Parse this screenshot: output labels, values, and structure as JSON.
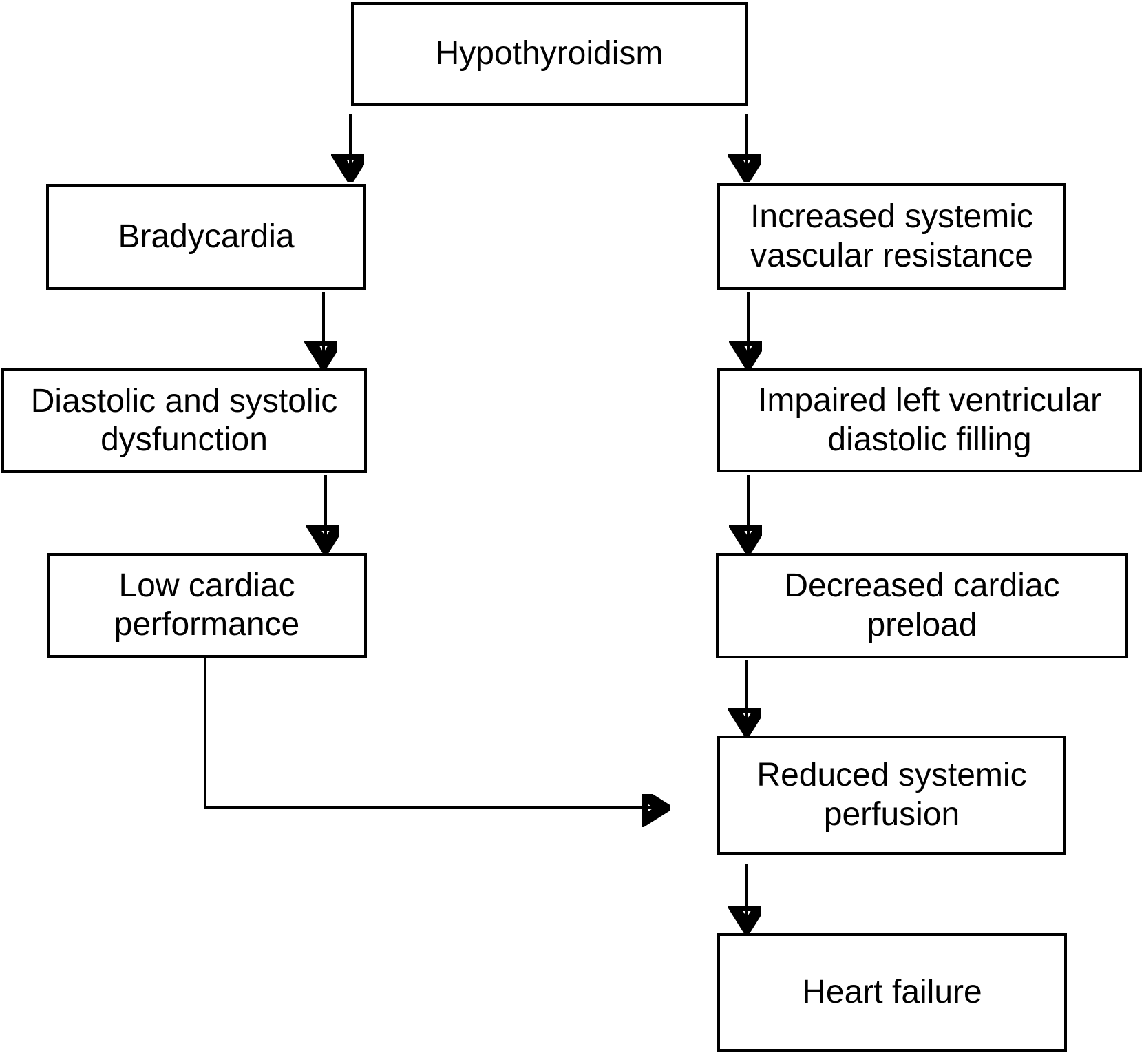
{
  "diagram": {
    "title": "Hypothyroidism to heart failure flowchart",
    "colors": {
      "background": "#ffffff",
      "box_fill": "#ffffff",
      "box_border": "#000000",
      "text": "#000000",
      "arrow": "#000000"
    },
    "nodes": {
      "hypothyroidism": {
        "label": "Hypothyroidism"
      },
      "bradycardia": {
        "label": "Bradycardia"
      },
      "diastolic_systolic": {
        "label": "Diastolic and systolic dysfunction"
      },
      "low_cardiac": {
        "label": "Low cardiac performance"
      },
      "increased_svr": {
        "label": "Increased systemic vascular resistance"
      },
      "impaired_lv": {
        "label": "Impaired left ventricular diastolic filling"
      },
      "decreased_preload": {
        "label": "Decreased cardiac preload"
      },
      "reduced_perfusion": {
        "label": "Reduced systemic perfusion"
      },
      "heart_failure": {
        "label": "Heart failure"
      }
    },
    "edges": [
      {
        "from": "hypothyroidism",
        "to": "bradycardia"
      },
      {
        "from": "hypothyroidism",
        "to": "increased_svr"
      },
      {
        "from": "bradycardia",
        "to": "diastolic_systolic"
      },
      {
        "from": "diastolic_systolic",
        "to": "low_cardiac"
      },
      {
        "from": "low_cardiac",
        "to": "reduced_perfusion"
      },
      {
        "from": "increased_svr",
        "to": "impaired_lv"
      },
      {
        "from": "impaired_lv",
        "to": "decreased_preload"
      },
      {
        "from": "decreased_preload",
        "to": "reduced_perfusion"
      },
      {
        "from": "reduced_perfusion",
        "to": "heart_failure"
      }
    ]
  }
}
